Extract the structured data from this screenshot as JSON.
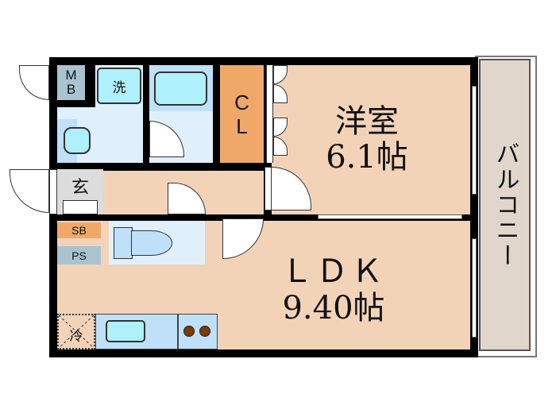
{
  "floorplan": {
    "rooms": {
      "western_room": {
        "name": "洋室",
        "size": "6.1帖"
      },
      "ldk": {
        "name": "ＬＤＫ",
        "size": "9.40帖"
      },
      "balcony": {
        "name": "バルコニー"
      },
      "closet": {
        "line1": "C",
        "line2": "L"
      },
      "meter_box": {
        "line1": "M",
        "line2": "B"
      },
      "washer": {
        "name": "洗"
      },
      "entrance": {
        "name": "玄"
      },
      "shoe_box": {
        "name": "SB"
      },
      "pipe_space": {
        "name": "PS"
      },
      "fridge": {
        "name": "冷"
      }
    },
    "colors": {
      "wood_floor": "#f3d3b8",
      "wet_area": "#dff0fc",
      "closet": "#f0a868",
      "meter_box": "#a9c4d0",
      "balcony": "#e0d6cc",
      "fixture": "#aef0fc",
      "burner": "#7a3a0a",
      "wall": "#000000"
    }
  }
}
